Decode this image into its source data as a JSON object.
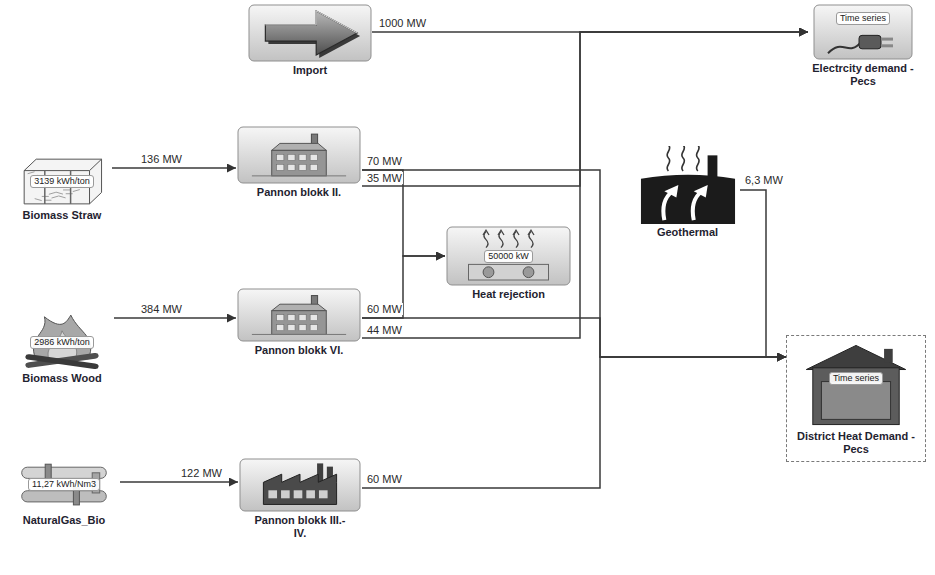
{
  "diagram": {
    "nodes": [
      {
        "text": [
          "Import"
        ]
      },
      {
        "text": [
          "Time series",
          "Electrcity demand - Pecs"
        ]
      },
      {
        "text": [
          "3139 kWh/ton",
          "Biomass Straw"
        ]
      },
      {
        "text": [
          "Pannon blokk II."
        ]
      },
      {
        "text": [
          "Geothermal"
        ]
      },
      {
        "text": [
          "50000 kW",
          "Heat rejection"
        ]
      },
      {
        "text": [
          "2986 kWh/ton",
          "Biomass Wood"
        ]
      },
      {
        "text": [
          "Pannon blokk VI."
        ]
      },
      {
        "text": [
          "Time series",
          "District Heat Demand - Pecs"
        ]
      },
      {
        "text": [
          "11,27 kWh/Nm3",
          "NaturalGas_Bio"
        ]
      },
      {
        "text": [
          "Pannon blokk III.-IV."
        ]
      }
    ],
    "edges": [
      {
        "from": 0,
        "to": 1,
        "label": "1000 MW",
        "arrow": "to"
      },
      {
        "from": 2,
        "to": 3,
        "label": "136 MW",
        "arrow": "to"
      },
      {
        "from": 3,
        "to": 8,
        "label": "70 MW",
        "arrow": "to"
      },
      {
        "from": 3,
        "to": 1,
        "label": "35 MW",
        "arrow": "to"
      },
      {
        "from": 3,
        "to": 5,
        "arrow": "to"
      },
      {
        "from": 6,
        "to": 7,
        "label": "384 MW",
        "arrow": "to"
      },
      {
        "from": 7,
        "to": 8,
        "label": "60 MW",
        "arrow": "to"
      },
      {
        "from": 7,
        "to": 1,
        "label": "44 MW",
        "arrow": "to"
      },
      {
        "from": 7,
        "to": 5,
        "arrow": "to"
      },
      {
        "from": 9,
        "to": 10,
        "label": "122 MW",
        "arrow": "to"
      },
      {
        "from": 10,
        "to": 8,
        "label": "60 MW",
        "arrow": "to"
      },
      {
        "from": 4,
        "to": 8,
        "label": "6,3 MW",
        "arrow": "to"
      }
    ]
  }
}
